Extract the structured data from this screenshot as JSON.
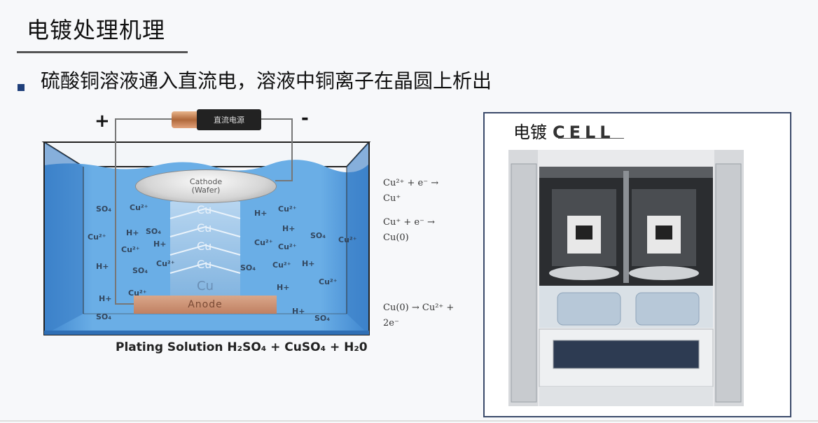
{
  "slide": {
    "title": "电镀处理机理",
    "bullet": "硫酸铜溶液通入直流电，溶液中铜离子在晶圆上析出"
  },
  "diagram": {
    "plus_sign": "+",
    "minus_sign": "-",
    "battery_label": "直流电源",
    "cathode_line1": "Cathode",
    "cathode_line2": "(Wafer)",
    "anode_label": "Anode",
    "cu_column": [
      "Cu",
      "Cu",
      "Cu",
      "Cu",
      "Cu"
    ],
    "caption": "Plating Solution H₂SO₄ + CuSO₄ + H₂0",
    "ions": [
      {
        "text": "SO₄"
      },
      {
        "text": "Cu²⁺"
      },
      {
        "text": "H+"
      },
      {
        "text": "Cu²⁺"
      },
      {
        "text": "Cu²⁺"
      },
      {
        "text": "H+"
      },
      {
        "text": "SO₄"
      },
      {
        "text": "H+"
      },
      {
        "text": "SO₄"
      },
      {
        "text": "Cu²⁺"
      },
      {
        "text": "Cu²⁺"
      },
      {
        "text": "H+"
      },
      {
        "text": "Cu²⁺"
      },
      {
        "text": "Cu²⁺"
      },
      {
        "text": "H+"
      },
      {
        "text": "SO₄"
      },
      {
        "text": "Cu²⁺"
      },
      {
        "text": "SO₄"
      },
      {
        "text": "Cu²⁺"
      },
      {
        "text": "H+"
      },
      {
        "text": "Cu²⁺"
      },
      {
        "text": "H+"
      },
      {
        "text": "Cu²⁺"
      },
      {
        "text": "H+"
      },
      {
        "text": "SO₄"
      },
      {
        "text": "H+"
      },
      {
        "text": "SO₄"
      }
    ],
    "equations": [
      "Cu²⁺ + e⁻ →",
      "Cu⁺",
      "Cu⁺ + e⁻ →",
      "Cu(0)",
      "Cu(0) → Cu²⁺ +",
      "2e⁻"
    ]
  },
  "photo": {
    "label_cn": "电镀",
    "label_en": "CELL"
  },
  "colors": {
    "bullet": "#1f3f7a",
    "solution": "#5fa2dd",
    "frame": "#3a4a6a"
  }
}
